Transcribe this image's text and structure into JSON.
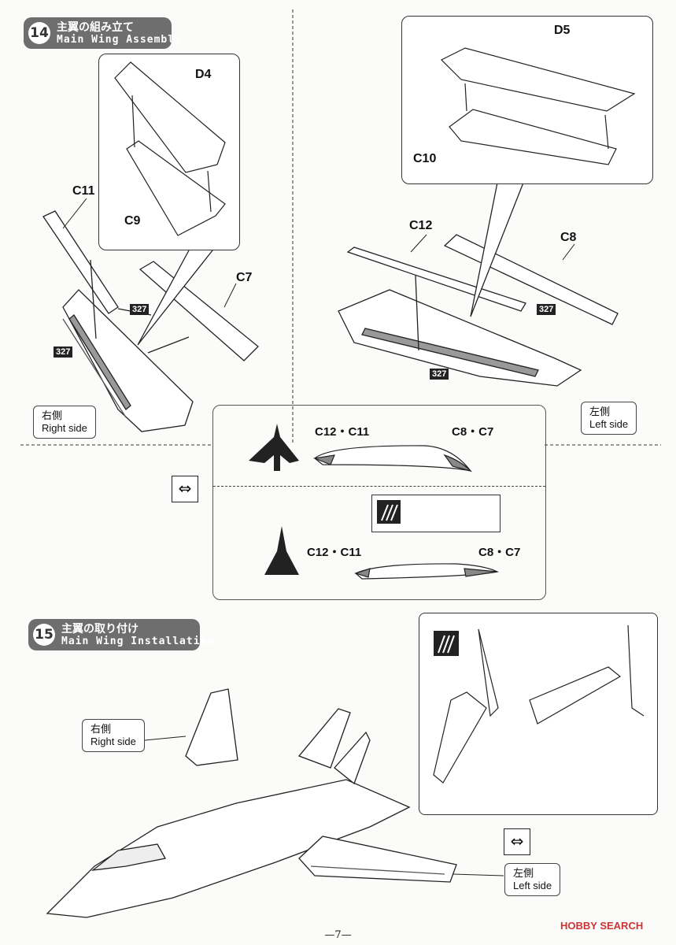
{
  "step14": {
    "number": "14",
    "title_jp": "主翼の組み立て",
    "title_en": "Main Wing Assembly"
  },
  "step15": {
    "number": "15",
    "title_jp": "主翼の取り付け",
    "title_en": "Main Wing Installation"
  },
  "parts": {
    "d4": "D4",
    "c9": "C9",
    "c11": "C11",
    "c7": "C7",
    "d5": "D5",
    "c10": "C10",
    "c12": "C12",
    "c8": "C8",
    "pair_a": "C12・C11",
    "pair_b": "C8・C7",
    "pair_c": "C12・C11",
    "pair_d": "C8・C7"
  },
  "paint_code": "327",
  "sides": {
    "right_jp": "右側",
    "right_en": "Right side",
    "left_jp": "左側",
    "left_en": "Left side"
  },
  "page_number": "—7—",
  "watermark": "HOBBY SEARCH",
  "colors": {
    "header_bg": "#6e6e6e",
    "badge": "#222222",
    "part_fill": "#888888"
  }
}
